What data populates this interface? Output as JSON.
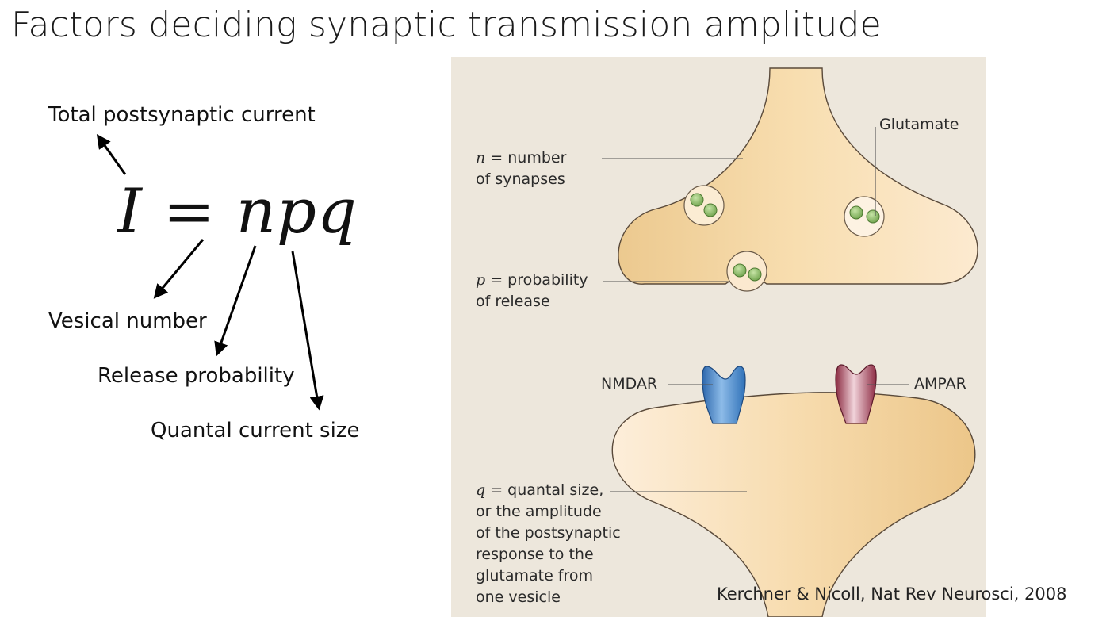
{
  "title": "Factors deciding synaptic transmission amplitude",
  "equation": {
    "text": "I = npq",
    "labels": {
      "total": "Total postsynaptic current",
      "n": "Vesical number",
      "p": "Release probability",
      "q": "Quantal current size"
    }
  },
  "figure": {
    "n_var": "n",
    "n_text_1": " = number",
    "n_text_2": "of synapses",
    "p_var": "p",
    "p_text_1": " = probability",
    "p_text_2": "of release",
    "q_var": "q",
    "q_text_1": " = quantal size,",
    "q_text_2": "or the amplitude",
    "q_text_3": "of the postsynaptic",
    "q_text_4": "response to the",
    "q_text_5": "glutamate from",
    "q_text_6": "one vesicle",
    "glutamate": "Glutamate",
    "nmdar": "NMDAR",
    "ampar": "AMPAR",
    "colors": {
      "background": "#ede7dc",
      "terminal_light": "#fbe6c2",
      "terminal_dark": "#ecc88e",
      "vesicle": "#8fbe6a",
      "nmdar": "#3b7dc4",
      "ampar": "#a53a52"
    }
  },
  "citation": "Kerchner & Nicoll, Nat Rev Neurosci, 2008"
}
